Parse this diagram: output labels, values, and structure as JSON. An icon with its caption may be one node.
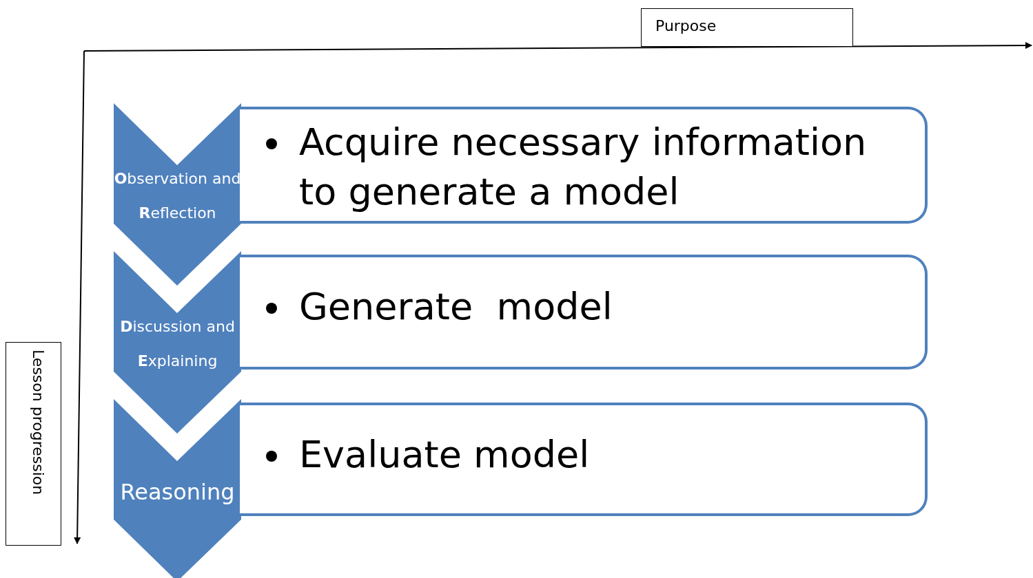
{
  "diagram": {
    "nodes": [
      {
        "text": [
          "Purpose"
        ]
      },
      {
        "text": [
          "Lesson progression"
        ]
      },
      {
        "text": [
          "**O**bservation and **R**eflection"
        ]
      },
      {
        "text": [
          "**D**iscussion and **E**xplaining"
        ]
      },
      {
        "text": [
          "Reasoning"
        ]
      },
      {
        "text": [
          "Acquire necessary information to generate a model"
        ]
      },
      {
        "text": [
          "Generate  model"
        ]
      },
      {
        "text": [
          "Evaluate model"
        ]
      }
    ]
  }
}
